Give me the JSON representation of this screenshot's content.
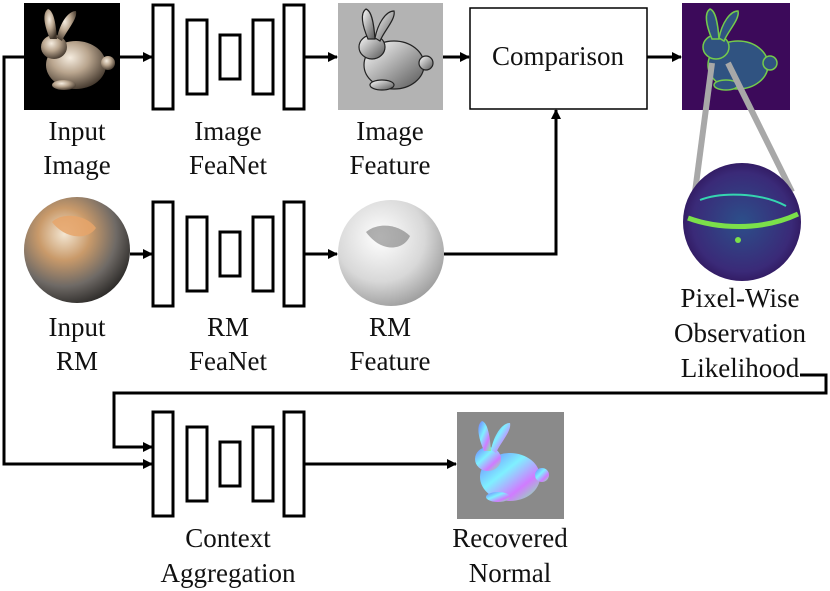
{
  "labels": {
    "input_image": [
      "Input",
      "Image"
    ],
    "image_feanet": [
      "Image",
      "FeaNet"
    ],
    "image_feature": [
      "Image",
      "Feature"
    ],
    "comparison": "Comparison",
    "input_rm": [
      "Input",
      "RM"
    ],
    "rm_feanet": [
      "RM",
      "FeaNet"
    ],
    "rm_feature": [
      "RM",
      "Feature"
    ],
    "likelihood": [
      "Pixel-Wise",
      "Observation",
      "Likelihood"
    ],
    "context_aggregation": [
      "Context",
      "Aggregation"
    ],
    "recovered_normal": [
      "Recovered",
      "Normal"
    ]
  },
  "colors": {
    "input_image_bg": "#000000",
    "bunny_metal": "#b9a58e",
    "feature_bg": "#b3b3b3",
    "likelihood_bg": "#3c0a5a",
    "likelihood_accent": "#7be04a",
    "rm_sphere": "#8a7a6a",
    "normal_bg": "#8a8a8a",
    "connector_gray": "#a8a8a8"
  }
}
